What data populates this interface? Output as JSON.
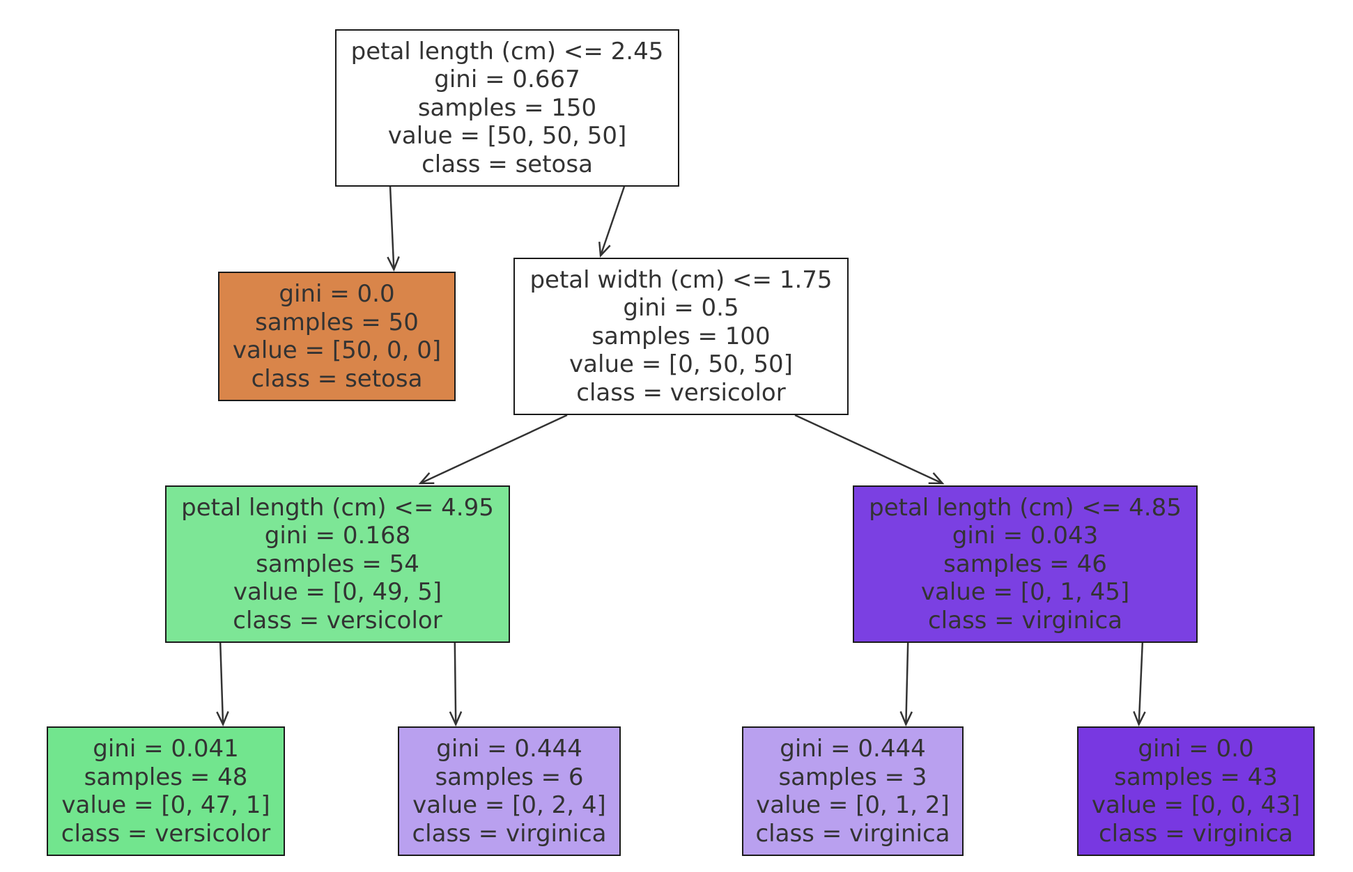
{
  "tree": {
    "nodes": [
      {
        "id": "n0",
        "fill": "#ffffff",
        "lines": [
          "petal length (cm) <= 2.45",
          "gini = 0.667",
          "samples = 150",
          "value = [50, 50, 50]",
          "class = setosa"
        ]
      },
      {
        "id": "n1",
        "fill": "#d9854a",
        "lines": [
          "gini = 0.0",
          "samples = 50",
          "value = [50, 0, 0]",
          "class = setosa"
        ]
      },
      {
        "id": "n2",
        "fill": "#ffffff",
        "lines": [
          "petal width (cm) <= 1.75",
          "gini = 0.5",
          "samples = 100",
          "value = [0, 50, 50]",
          "class = versicolor"
        ]
      },
      {
        "id": "n3",
        "fill": "#7de696",
        "lines": [
          "petal length (cm) <= 4.95",
          "gini = 0.168",
          "samples = 54",
          "value = [0, 49, 5]",
          "class = versicolor"
        ]
      },
      {
        "id": "n4",
        "fill": "#7b40e2",
        "lines": [
          "petal length (cm) <= 4.85",
          "gini = 0.043",
          "samples = 46",
          "value = [0, 1, 45]",
          "class = virginica"
        ]
      },
      {
        "id": "n5",
        "fill": "#72e58e",
        "lines": [
          "gini = 0.041",
          "samples = 48",
          "value = [0, 47, 1]",
          "class = versicolor"
        ]
      },
      {
        "id": "n6",
        "fill": "#b9a0ef",
        "lines": [
          "gini = 0.444",
          "samples = 6",
          "value = [0, 2, 4]",
          "class = virginica"
        ]
      },
      {
        "id": "n7",
        "fill": "#b9a0ef",
        "lines": [
          "gini = 0.444",
          "samples = 3",
          "value = [0, 1, 2]",
          "class = virginica"
        ]
      },
      {
        "id": "n8",
        "fill": "#7838e1",
        "lines": [
          "gini = 0.0",
          "samples = 43",
          "value = [0, 0, 43]",
          "class = virginica"
        ]
      }
    ],
    "edges": [
      {
        "from": "n0",
        "to": "n1"
      },
      {
        "from": "n0",
        "to": "n2"
      },
      {
        "from": "n2",
        "to": "n3"
      },
      {
        "from": "n2",
        "to": "n4"
      },
      {
        "from": "n3",
        "to": "n5"
      },
      {
        "from": "n3",
        "to": "n6"
      },
      {
        "from": "n4",
        "to": "n7"
      },
      {
        "from": "n4",
        "to": "n8"
      }
    ],
    "edge_color": "#333333"
  }
}
